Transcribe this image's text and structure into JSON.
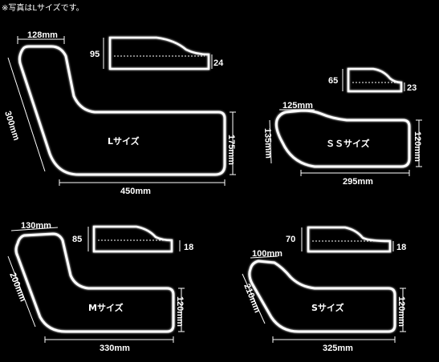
{
  "note": "※写真はLサイズです。",
  "sizes": {
    "L": {
      "label": "Lサイズ",
      "top_width": "128mm",
      "side_length": "300mm",
      "height": "175mm",
      "width": "450mm",
      "profile_height": "95",
      "profile_end": "24"
    },
    "SS": {
      "label": "ＳＳサイズ",
      "top_width": "125mm",
      "side_length": "135mm",
      "height": "120mm",
      "width": "295mm",
      "profile_height": "65",
      "profile_end": "23"
    },
    "M": {
      "label": "Mサイズ",
      "top_width": "130mm",
      "side_length": "200mm",
      "height": "120mm",
      "width": "330mm",
      "profile_height": "85",
      "profile_end": "18"
    },
    "S": {
      "label": "Sサイズ",
      "top_width": "100mm",
      "side_length": "210mm",
      "height": "120mm",
      "width": "325mm",
      "profile_height": "70",
      "profile_end": "18"
    }
  }
}
